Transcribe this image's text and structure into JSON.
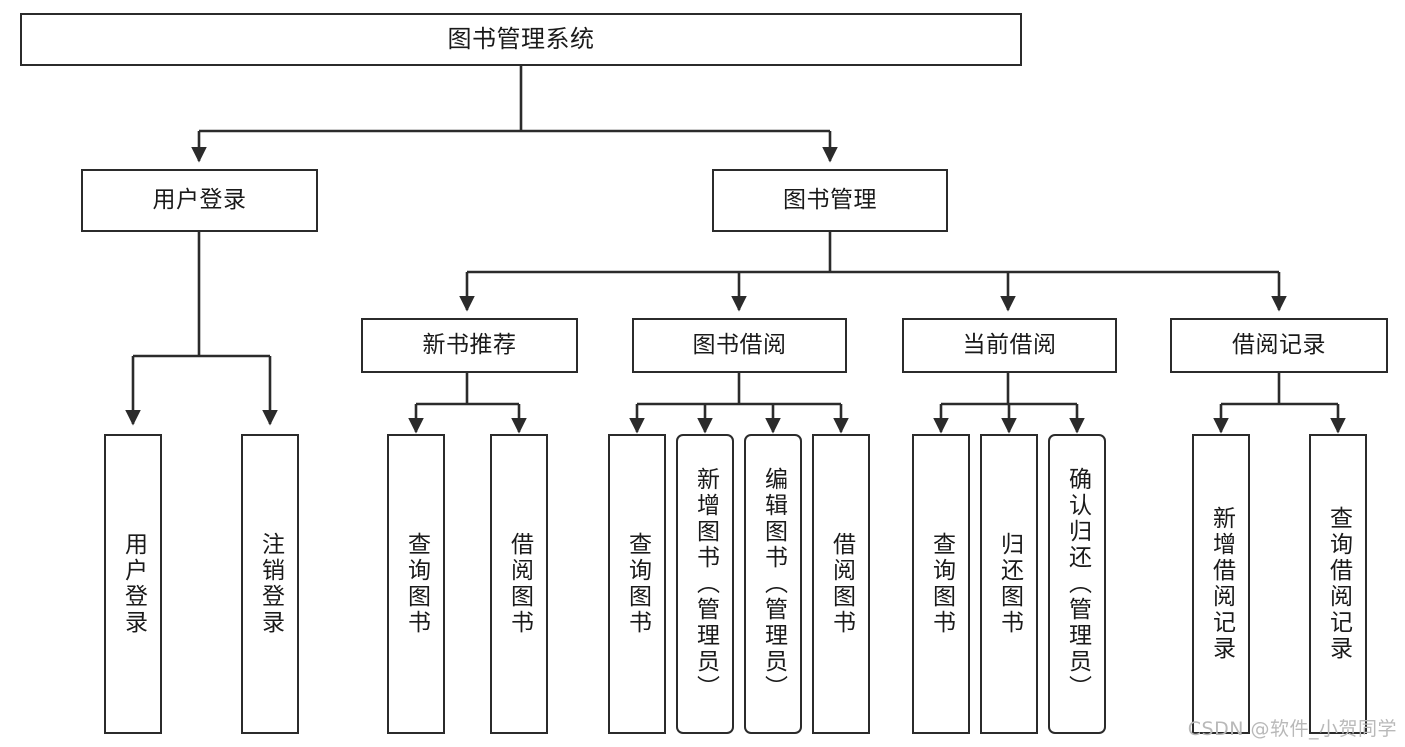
{
  "diagram": {
    "title": "图书管理系统",
    "type": "tree-hierarchy",
    "watermark": "CSDN @软件_小贺同学",
    "colors": {
      "box_border": "#2b2b2b",
      "box_fill": "#ffffff",
      "connector": "#2b2b2b",
      "text": "#1a1a1a",
      "watermark": "#b9b9b9"
    },
    "levels": {
      "root": {
        "label": "图书管理系统"
      },
      "level2": [
        {
          "label": "用户登录"
        },
        {
          "label": "图书管理"
        }
      ],
      "level3": [
        {
          "label": "新书推荐"
        },
        {
          "label": "图书借阅"
        },
        {
          "label": "当前借阅"
        },
        {
          "label": "借阅记录"
        }
      ],
      "leaves": [
        {
          "label": "用户登录",
          "parent": "用户登录",
          "rounded": false
        },
        {
          "label": "注销登录",
          "parent": "用户登录",
          "rounded": false
        },
        {
          "label": "查询图书",
          "parent": "新书推荐",
          "rounded": false
        },
        {
          "label": "借阅图书",
          "parent": "新书推荐",
          "rounded": false
        },
        {
          "label": "查询图书",
          "parent": "图书借阅",
          "rounded": false
        },
        {
          "label": "新增图书（管理员）",
          "parent": "图书借阅",
          "rounded": true
        },
        {
          "label": "编辑图书（管理员）",
          "parent": "图书借阅",
          "rounded": true
        },
        {
          "label": "借阅图书",
          "parent": "图书借阅",
          "rounded": false
        },
        {
          "label": "查询图书",
          "parent": "当前借阅",
          "rounded": false
        },
        {
          "label": "归还图书",
          "parent": "当前借阅",
          "rounded": false
        },
        {
          "label": "确认归还（管理员）",
          "parent": "当前借阅",
          "rounded": true
        },
        {
          "label": "新增借阅记录",
          "parent": "借阅记录",
          "rounded": false
        },
        {
          "label": "查询借阅记录",
          "parent": "借阅记录",
          "rounded": false
        }
      ]
    }
  }
}
